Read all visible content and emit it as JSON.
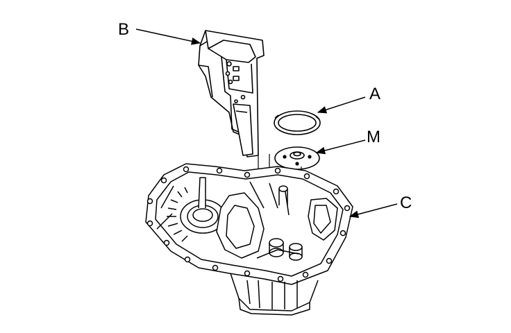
{
  "diagram": {
    "callouts": {
      "b": "B",
      "a": "A",
      "m": "M",
      "c": "C"
    },
    "line_color": "#000000",
    "background": "#ffffff"
  }
}
